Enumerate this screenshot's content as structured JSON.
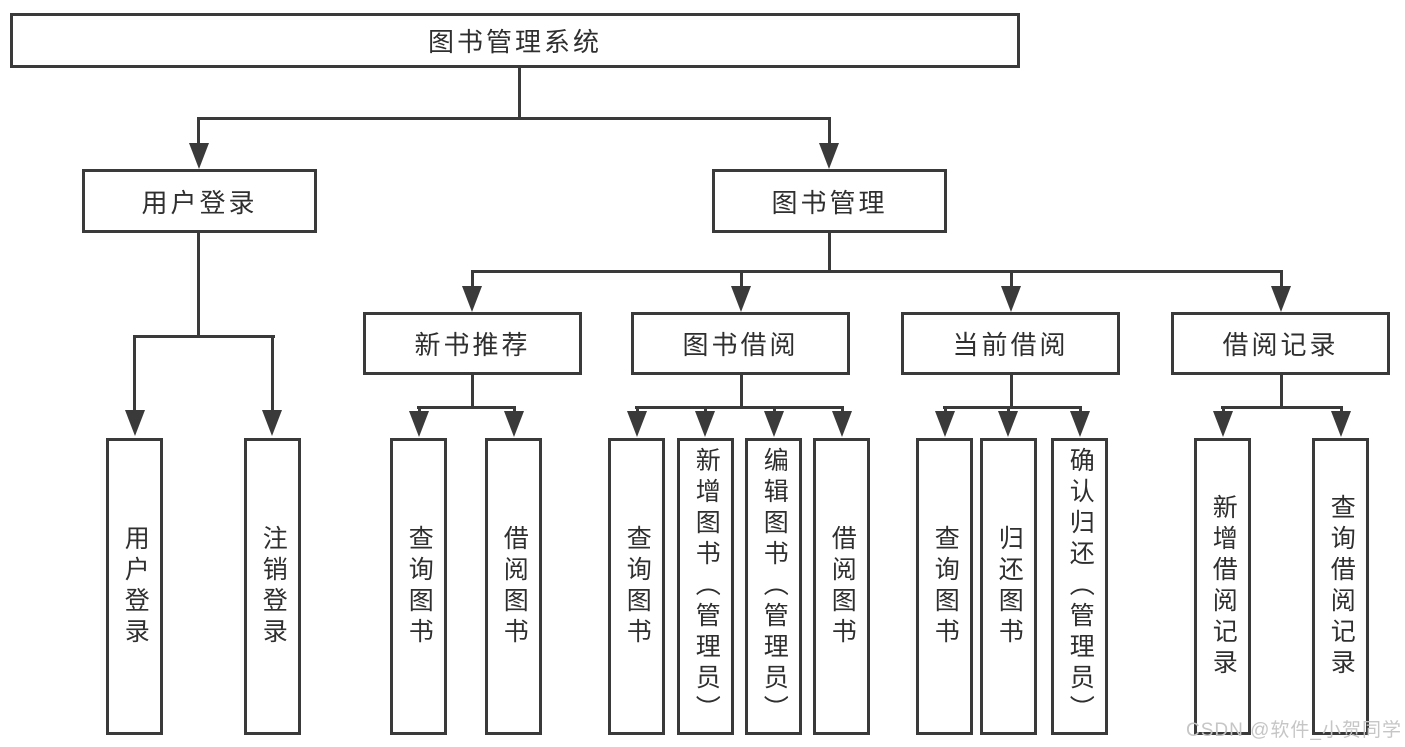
{
  "diagram_type": "hierarchical function tree",
  "tree": {
    "label": "图书管理系统",
    "children": [
      {
        "label": "用户登录",
        "children": [
          {
            "label": "用户登录"
          },
          {
            "label": "注销登录"
          }
        ]
      },
      {
        "label": "图书管理",
        "children": [
          {
            "label": "新书推荐",
            "children": [
              {
                "label": "查询图书"
              },
              {
                "label": "借阅图书"
              }
            ]
          },
          {
            "label": "图书借阅",
            "children": [
              {
                "label": "查询图书"
              },
              {
                "label": "新增图书（管理员）"
              },
              {
                "label": "编辑图书（管理员）"
              },
              {
                "label": "借阅图书"
              }
            ]
          },
          {
            "label": "当前借阅",
            "children": [
              {
                "label": "查询图书"
              },
              {
                "label": "归还图书"
              },
              {
                "label": "确认归还（管理员）"
              }
            ]
          },
          {
            "label": "借阅记录",
            "children": [
              {
                "label": "新增借阅记录"
              },
              {
                "label": "查询借阅记录"
              }
            ]
          }
        ]
      }
    ]
  },
  "watermark": {
    "text": "CSDN @软件_小贺同学"
  },
  "colors": {
    "line": "#3a3a3a",
    "text": "#2f2f2f",
    "watermark": "#c6c6c6",
    "background": "#ffffff"
  }
}
